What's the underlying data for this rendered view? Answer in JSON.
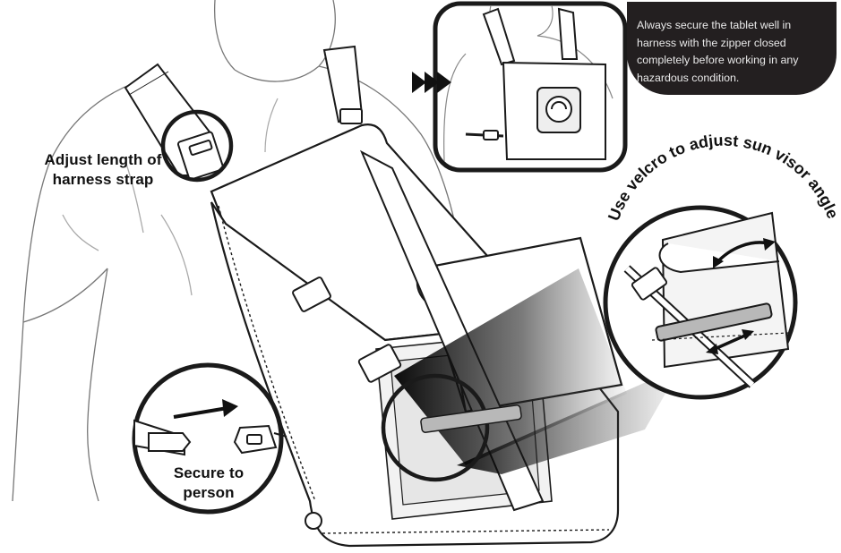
{
  "callouts": {
    "harness_strap": [
      "Adjust length of",
      "harness strap"
    ],
    "secure_person": [
      "Secure to",
      "person"
    ],
    "sun_visor": "Use velcro to adjust sun visor angle"
  },
  "note": {
    "lines": [
      "Always secure the tablet well in",
      "harness with the zipper closed",
      "completely before working in any",
      "hazardous condition."
    ]
  },
  "colors": {
    "ink": "#1a1a1a",
    "note_background": "#231f20",
    "note_text": "#e9e9e9",
    "velcro_gray": "#b8b8b8"
  },
  "icons": [
    "triple-arrow-icon",
    "double-headed-arrow-icon",
    "right-arrow-icon",
    "buckle-icon"
  ]
}
